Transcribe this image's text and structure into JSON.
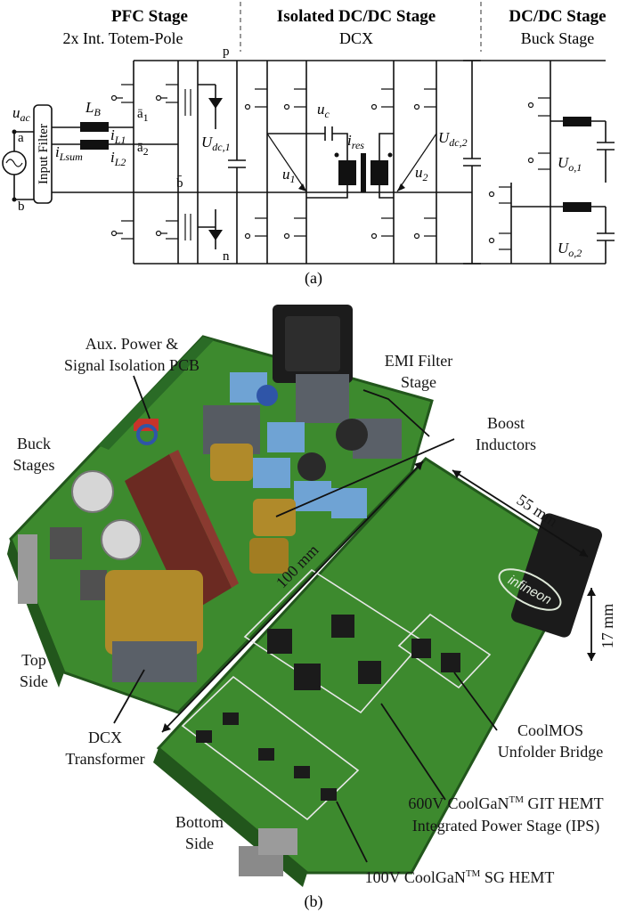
{
  "figure_a": {
    "caption": "(a)",
    "stages": [
      {
        "title": "PFC Stage",
        "subtitle": "2x Int. Totem-Pole"
      },
      {
        "title": "Isolated DC/DC Stage",
        "subtitle": "DCX"
      },
      {
        "title": "DC/DC Stage",
        "subtitle": "Buck Stage"
      }
    ],
    "labels": {
      "u_ac": "u",
      "u_ac_sub": "ac",
      "node_a": "a",
      "node_b": "b",
      "input_filter": "Input Filter",
      "L_B": "L",
      "L_B_sub": "B",
      "i_Lsum": "i",
      "i_Lsum_sub": "Lsum",
      "i_L1": "i",
      "i_L1_sub": "L1",
      "i_L2": "i",
      "i_L2_sub": "L2",
      "a1": "ā",
      "a1_sub": "1",
      "a2": "ā",
      "a2_sub": "2",
      "b_bar": "b̄",
      "p": "p",
      "n": "n",
      "U_dc1": "U",
      "U_dc1_sub": "dc,1",
      "u_c": "u",
      "u_c_sub": "c",
      "i_res": "i",
      "i_res_sub": "res",
      "u_1": "u",
      "u_1_sub": "1",
      "u_2": "u",
      "u_2_sub": "2",
      "U_dc2": "U",
      "U_dc2_sub": "dc,2",
      "U_o1": "U",
      "U_o1_sub": "o,1",
      "U_o2": "U",
      "U_o2_sub": "o,2"
    }
  },
  "figure_b": {
    "caption": "(b)",
    "annotations": {
      "aux": [
        "Aux. Power &",
        "Signal Isolation PCB"
      ],
      "emi": [
        "EMI Filter",
        "Stage"
      ],
      "boost": [
        "Boost",
        "Inductors"
      ],
      "buck": [
        "Buck",
        "Stages"
      ],
      "top": [
        "Top",
        "Side"
      ],
      "dcx": [
        "DCX",
        "Transformer"
      ],
      "coolmos": [
        "CoolMOS",
        "Unfolder Bridge"
      ],
      "gan600_1": "600V CoolGaN",
      "gan600_tm": "TM",
      "gan600_2": " GIT HEMT",
      "gan600_line2": "Integrated Power Stage (IPS)",
      "bottom": [
        "Bottom",
        "Side"
      ],
      "gan100_1": "100V CoolGaN",
      "gan100_tm": "TM",
      "gan100_2": " SG HEMT",
      "dim_100": "100 mm",
      "dim_55": "55 mm",
      "dim_17": "17 mm",
      "brand": "infineon"
    }
  },
  "colors": {
    "pcb_green": "#3d8a2e",
    "pcb_dark": "#22561c",
    "cap_blue": "#6fa3d4",
    "electrolytic": "#6b2a22",
    "transformer_gold": "#b08a2a",
    "chip": "#1b1b1b"
  }
}
